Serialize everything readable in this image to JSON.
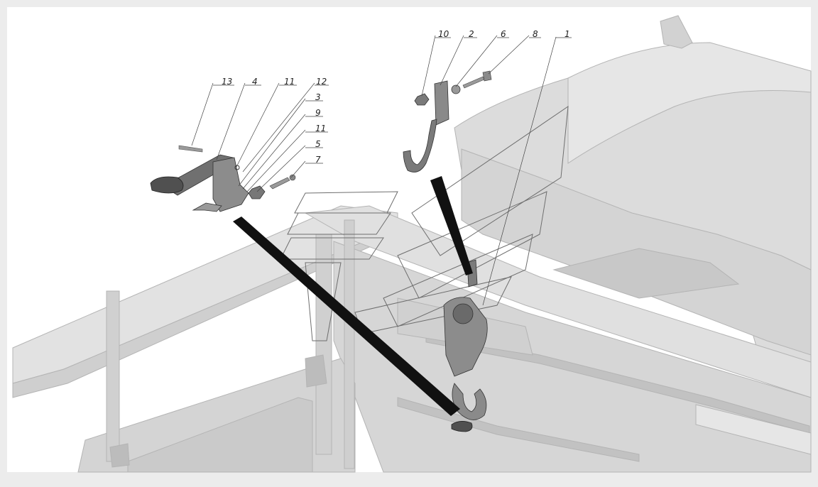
{
  "diagram": {
    "colors": {
      "background": "#ececec",
      "canvas": "#ffffff",
      "body_fill": "#dcdcdc",
      "body_stroke": "#b4b4b4",
      "part_fill": "#8a8a8a",
      "part_dark": "#3c3c3c",
      "leader": "#444444",
      "arrow": "#111111"
    },
    "callouts": [
      {
        "id": "c13",
        "label": "13"
      },
      {
        "id": "c4",
        "label": "4"
      },
      {
        "id": "c11a",
        "label": "11"
      },
      {
        "id": "c12",
        "label": "12"
      },
      {
        "id": "c3",
        "label": "3"
      },
      {
        "id": "c9",
        "label": "9"
      },
      {
        "id": "c11b",
        "label": "11"
      },
      {
        "id": "c5",
        "label": "5"
      },
      {
        "id": "c7",
        "label": "7"
      },
      {
        "id": "c10",
        "label": "10"
      },
      {
        "id": "c2",
        "label": "2"
      },
      {
        "id": "c6",
        "label": "6"
      },
      {
        "id": "c8",
        "label": "8"
      },
      {
        "id": "c1",
        "label": "1"
      }
    ]
  }
}
